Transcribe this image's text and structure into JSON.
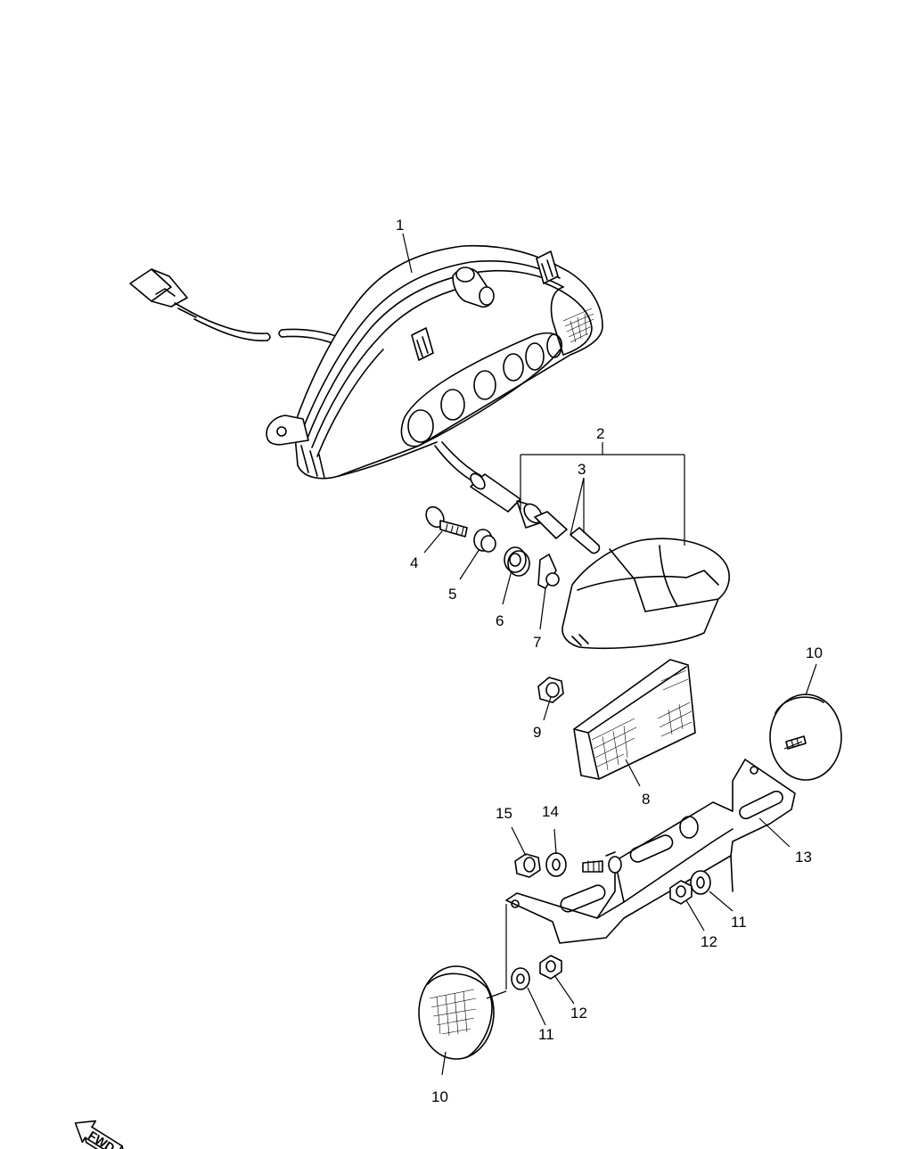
{
  "callouts": [
    {
      "id": "c1",
      "label": "1"
    },
    {
      "id": "c2",
      "label": "2"
    },
    {
      "id": "c3",
      "label": "3"
    },
    {
      "id": "c4",
      "label": "4"
    },
    {
      "id": "c5",
      "label": "5"
    },
    {
      "id": "c6",
      "label": "6"
    },
    {
      "id": "c7",
      "label": "7"
    },
    {
      "id": "c8",
      "label": "8"
    },
    {
      "id": "c9",
      "label": "9"
    },
    {
      "id": "c10a",
      "label": "10"
    },
    {
      "id": "c10b",
      "label": "10"
    },
    {
      "id": "c11a",
      "label": "11"
    },
    {
      "id": "c11b",
      "label": "11"
    },
    {
      "id": "c12a",
      "label": "12"
    },
    {
      "id": "c12b",
      "label": "12"
    },
    {
      "id": "c13",
      "label": "13"
    },
    {
      "id": "c14",
      "label": "14"
    },
    {
      "id": "c15",
      "label": "15"
    }
  ],
  "direction_marker": {
    "label": "FWD"
  },
  "colors": {
    "ink": "#000000",
    "paper": "#ffffff"
  }
}
